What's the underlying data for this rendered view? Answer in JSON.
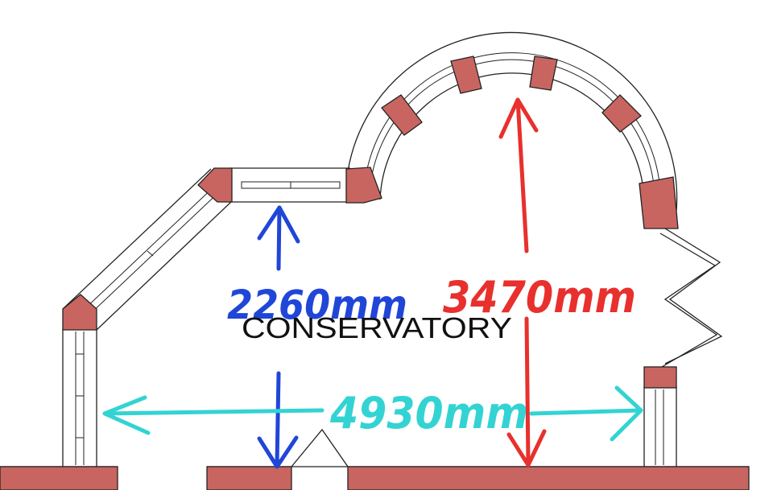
{
  "room": {
    "name": "CONSERVATORY"
  },
  "dimensions": {
    "width_to_window": {
      "text": "2260mm",
      "color": "#2046d8"
    },
    "depth_to_curve": {
      "text": "3470mm",
      "color": "#e8302d"
    },
    "overall_width": {
      "text": "4930mm",
      "color": "#33d3d3"
    }
  },
  "colors": {
    "wall_pier": "#c96560",
    "outline": "#222222",
    "background": "#ffffff"
  }
}
